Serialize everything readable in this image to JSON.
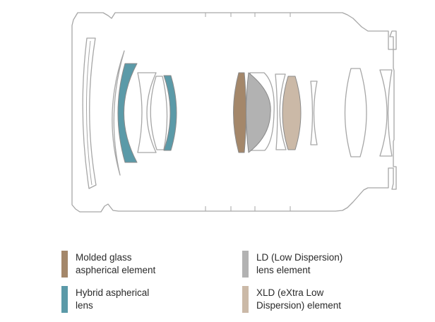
{
  "colors": {
    "outline": "#a6a6a6",
    "molded_glass": "#a4876a",
    "hybrid": "#5b9aa8",
    "ld": "#b2b2b2",
    "xld": "#cbb9a7"
  },
  "legend": [
    {
      "label": "Molded glass\naspherical element",
      "color": "#a4876a",
      "key": "molded-glass"
    },
    {
      "label": "Hybrid aspherical\nlens",
      "color": "#5b9aa8",
      "key": "hybrid"
    },
    {
      "label": "LD (Low Dispersion)\nlens element",
      "color": "#b2b2b2",
      "key": "ld"
    },
    {
      "label": "XLD (eXtra Low\nDispersion) element",
      "color": "#cbb9a7",
      "key": "xld"
    }
  ]
}
